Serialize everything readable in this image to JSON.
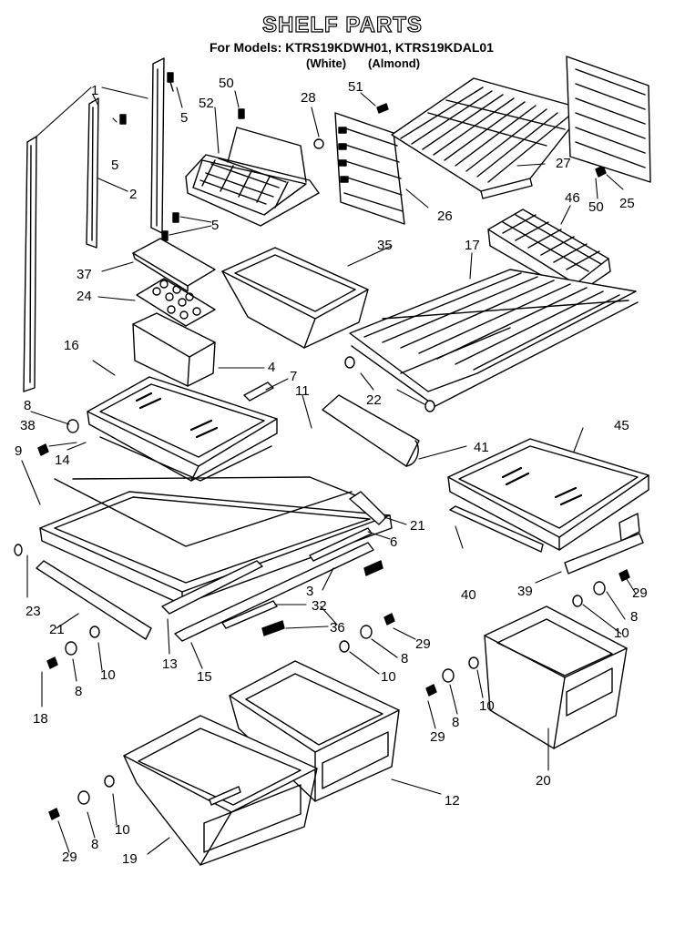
{
  "header": {
    "title": "SHELF PARTS",
    "model_prefix": "For Models:",
    "models": "KTRS19KDWH01, KTRS19KDAL01",
    "variant_white": "(White)",
    "variant_almond": "(Almond)"
  },
  "callouts": [
    {
      "id": "c1",
      "text": "1"
    },
    {
      "id": "c2",
      "text": "2"
    },
    {
      "id": "c3",
      "text": "3"
    },
    {
      "id": "c4",
      "text": "4"
    },
    {
      "id": "c5a",
      "text": "5"
    },
    {
      "id": "c5b",
      "text": "5"
    },
    {
      "id": "c5c",
      "text": "5"
    },
    {
      "id": "c6",
      "text": "6"
    },
    {
      "id": "c7",
      "text": "7"
    },
    {
      "id": "c8a",
      "text": "8"
    },
    {
      "id": "c8b",
      "text": "8"
    },
    {
      "id": "c8c",
      "text": "8"
    },
    {
      "id": "c8d",
      "text": "8"
    },
    {
      "id": "c8e",
      "text": "8"
    },
    {
      "id": "c8f",
      "text": "8"
    },
    {
      "id": "c9",
      "text": "9"
    },
    {
      "id": "c10a",
      "text": "10"
    },
    {
      "id": "c10b",
      "text": "10"
    },
    {
      "id": "c10c",
      "text": "10"
    },
    {
      "id": "c10d",
      "text": "10"
    },
    {
      "id": "c10e",
      "text": "10"
    },
    {
      "id": "c11",
      "text": "11"
    },
    {
      "id": "c12",
      "text": "12"
    },
    {
      "id": "c13",
      "text": "13"
    },
    {
      "id": "c14",
      "text": "14"
    },
    {
      "id": "c15",
      "text": "15"
    },
    {
      "id": "c16",
      "text": "16"
    },
    {
      "id": "c17",
      "text": "17"
    },
    {
      "id": "c18",
      "text": "18"
    },
    {
      "id": "c19",
      "text": "19"
    },
    {
      "id": "c20",
      "text": "20"
    },
    {
      "id": "c21a",
      "text": "21"
    },
    {
      "id": "c21b",
      "text": "21"
    },
    {
      "id": "c22",
      "text": "22"
    },
    {
      "id": "c23",
      "text": "23"
    },
    {
      "id": "c24",
      "text": "24"
    },
    {
      "id": "c25",
      "text": "25"
    },
    {
      "id": "c26",
      "text": "26"
    },
    {
      "id": "c27",
      "text": "27"
    },
    {
      "id": "c28",
      "text": "28"
    },
    {
      "id": "c29a",
      "text": "29"
    },
    {
      "id": "c29b",
      "text": "29"
    },
    {
      "id": "c29c",
      "text": "29"
    },
    {
      "id": "c29d",
      "text": "29"
    },
    {
      "id": "c32",
      "text": "32"
    },
    {
      "id": "c35",
      "text": "35"
    },
    {
      "id": "c36",
      "text": "36"
    },
    {
      "id": "c37",
      "text": "37"
    },
    {
      "id": "c38",
      "text": "38"
    },
    {
      "id": "c39",
      "text": "39"
    },
    {
      "id": "c40",
      "text": "40"
    },
    {
      "id": "c41",
      "text": "41"
    },
    {
      "id": "c45",
      "text": "45"
    },
    {
      "id": "c46",
      "text": "46"
    },
    {
      "id": "c50a",
      "text": "50"
    },
    {
      "id": "c50b",
      "text": "50"
    },
    {
      "id": "c51",
      "text": "51"
    },
    {
      "id": "c52",
      "text": "52"
    }
  ]
}
